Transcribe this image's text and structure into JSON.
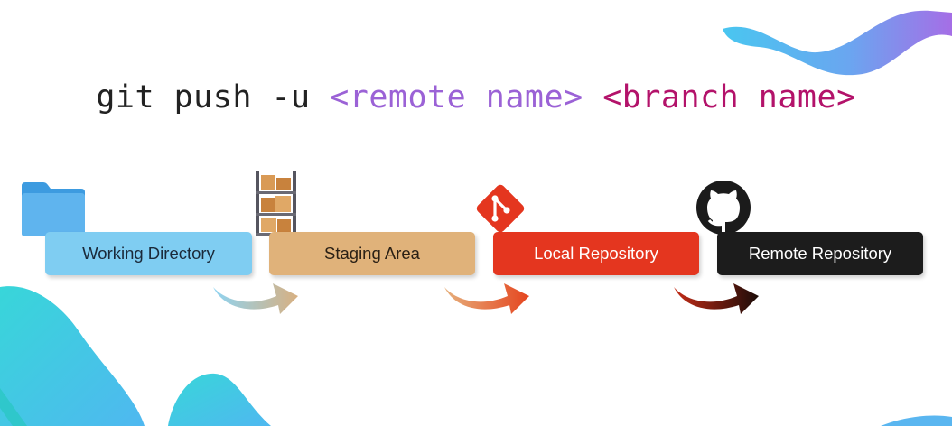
{
  "command": {
    "base": "git push -u ",
    "remote": "<remote name>",
    "separator": " ",
    "branch": "<branch name>"
  },
  "stages": [
    {
      "label": "Working Directory",
      "icon": "folder-icon",
      "color": "#7fcdf2"
    },
    {
      "label": "Staging Area",
      "icon": "shelves-icon",
      "color": "#e0b27a"
    },
    {
      "label": "Local Repository",
      "icon": "git-logo-icon",
      "color": "#e4361f"
    },
    {
      "label": "Remote Repository",
      "icon": "github-logo-icon",
      "color": "#1c1c1c"
    }
  ],
  "colors": {
    "remote_name": "#9b62d6",
    "branch_name": "#b3126a",
    "decoration_cyan": "#45d3e6",
    "decoration_purple": "#a070e8"
  }
}
